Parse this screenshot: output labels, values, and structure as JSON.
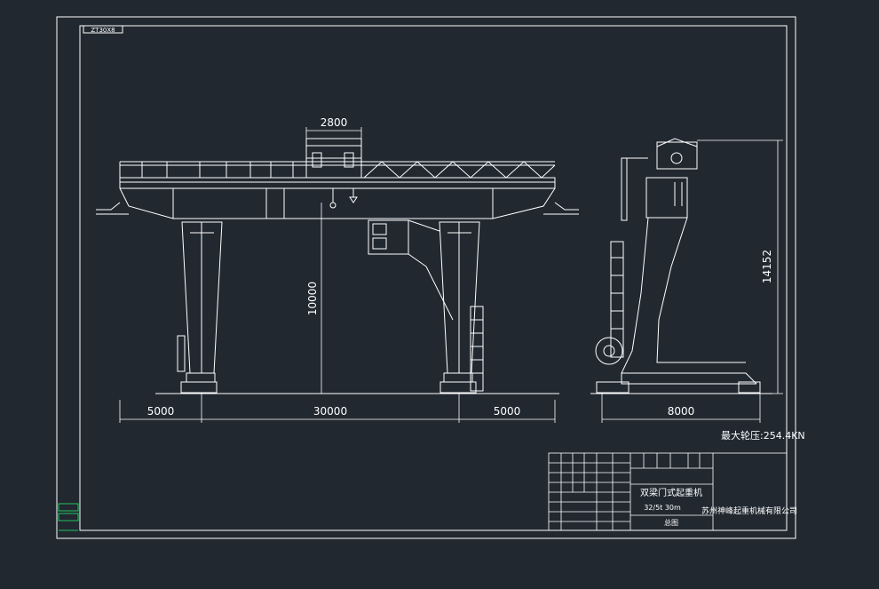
{
  "drawing": {
    "colors": {
      "background": "#212830",
      "line": "#ffffff",
      "accent_green": "#22c55e"
    },
    "tag_label": "ZT30X8",
    "dimensions": {
      "trolley_gauge": "2800",
      "lift_height": "10000",
      "left_cantilever": "5000",
      "span": "30000",
      "right_cantilever": "5000",
      "wheel_base": "8000",
      "total_height": "14152"
    },
    "max_wheel_load_note": "最大轮压:254.4KN",
    "title_block": {
      "title": "双梁门式起重机",
      "spec": "32/5t 30m",
      "sheet_label": "总图",
      "company": "苏州神峰起重机械有限公司"
    }
  }
}
